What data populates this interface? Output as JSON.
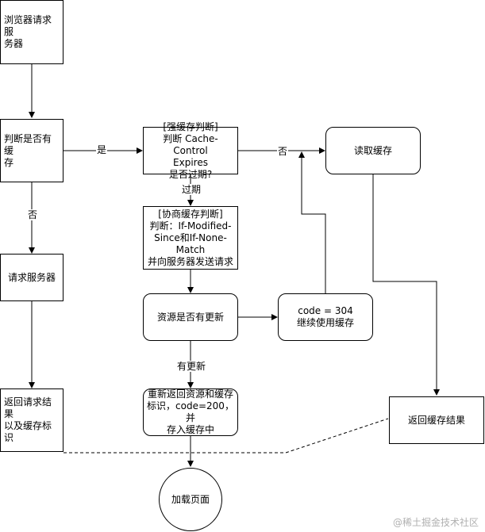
{
  "nodes": {
    "browser_request": "浏览器请求服\n务器",
    "check_cache": "判断是否有缓\n存",
    "strong_cache": "[强缓存判断]\n判断 Cache-Control\nExpires\n是否过期?",
    "read_cache": "读取缓存",
    "negotiate_cache": "[协商缓存判断]\n判断：If-Modified-\nSince和If-None-\nMatch\n并向服务器发送请求",
    "request_server": "请求服务器",
    "resource_updated": "资源是否有更新",
    "code_304": "code = 304\n继续使用缓存",
    "return_cache": "返回缓存结果",
    "return_result": "返回请求结果\n以及缓存标识",
    "return_new": "重新返回资源和缓存\n标识，code=200，并\n存入缓存中",
    "load_page": "加载页面"
  },
  "edge_labels": {
    "yes": "是",
    "no_right": "否",
    "no_down": "否",
    "expired": "过期",
    "has_update": "有更新"
  },
  "watermark": "@稀土掘金技术社区"
}
